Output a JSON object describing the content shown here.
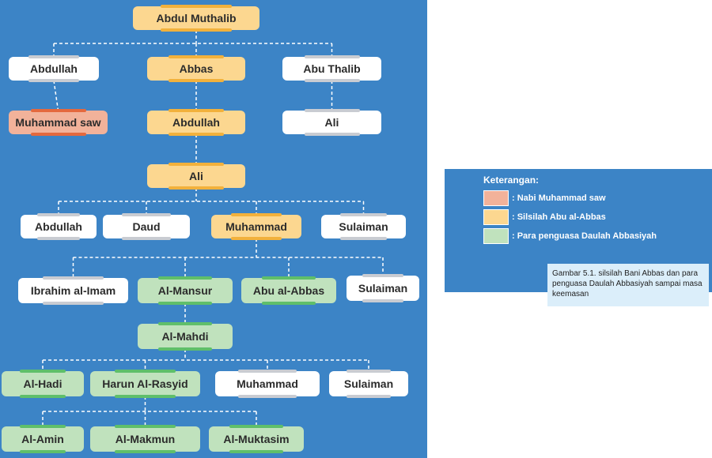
{
  "tree": {
    "nodes": [
      {
        "id": "abdul-muthalib",
        "label": "Abdul Muthalib",
        "group": "orange"
      },
      {
        "id": "abdullah-1",
        "label": "Abdullah",
        "group": "white"
      },
      {
        "id": "abbas",
        "label": "Abbas",
        "group": "orange"
      },
      {
        "id": "abu-thalib",
        "label": "Abu  Thalib",
        "group": "white"
      },
      {
        "id": "muhammad-saw",
        "label": "Muhammad saw",
        "group": "pink"
      },
      {
        "id": "abdullah-2",
        "label": "Abdullah",
        "group": "orange"
      },
      {
        "id": "ali-1",
        "label": "Ali",
        "group": "white"
      },
      {
        "id": "ali-2",
        "label": "Ali",
        "group": "orange"
      },
      {
        "id": "abdullah-3",
        "label": "Abdullah",
        "group": "white"
      },
      {
        "id": "daud",
        "label": "Daud",
        "group": "white"
      },
      {
        "id": "muhammad-1",
        "label": "Muhammad",
        "group": "orange"
      },
      {
        "id": "sulaiman-1",
        "label": "Sulaiman",
        "group": "white"
      },
      {
        "id": "ibrahim",
        "label": "Ibrahim al-Imam",
        "group": "white"
      },
      {
        "id": "al-mansur",
        "label": "Al-Mansur",
        "group": "green"
      },
      {
        "id": "abu-al-abbas",
        "label": "Abu al-Abbas",
        "group": "green"
      },
      {
        "id": "sulaiman-2",
        "label": "Sulaiman",
        "group": "white"
      },
      {
        "id": "al-mahdi",
        "label": "Al-Mahdi",
        "group": "green"
      },
      {
        "id": "al-hadi",
        "label": "Al-Hadi",
        "group": "green"
      },
      {
        "id": "harun",
        "label": "Harun Al-Rasyid",
        "group": "green"
      },
      {
        "id": "muhammad-2",
        "label": "Muhammad",
        "group": "white"
      },
      {
        "id": "sulaiman-3",
        "label": "Sulaiman",
        "group": "white"
      },
      {
        "id": "al-amin",
        "label": "Al-Amin",
        "group": "green"
      },
      {
        "id": "al-makmun",
        "label": "Al-Makmun",
        "group": "green"
      },
      {
        "id": "al-muktasim",
        "label": "Al-Muktasim",
        "group": "green"
      }
    ],
    "edges": [
      [
        "abdul-muthalib",
        "abdullah-1"
      ],
      [
        "abdul-muthalib",
        "abbas"
      ],
      [
        "abdul-muthalib",
        "abu-thalib"
      ],
      [
        "abdullah-1",
        "muhammad-saw"
      ],
      [
        "abbas",
        "abdullah-2"
      ],
      [
        "abu-thalib",
        "ali-1"
      ],
      [
        "abdullah-2",
        "ali-2"
      ],
      [
        "ali-2",
        "abdullah-3"
      ],
      [
        "ali-2",
        "daud"
      ],
      [
        "ali-2",
        "muhammad-1"
      ],
      [
        "ali-2",
        "sulaiman-1"
      ],
      [
        "muhammad-1",
        "ibrahim"
      ],
      [
        "muhammad-1",
        "al-mansur"
      ],
      [
        "muhammad-1",
        "abu-al-abbas"
      ],
      [
        "muhammad-1",
        "sulaiman-2"
      ],
      [
        "al-mansur",
        "al-mahdi"
      ],
      [
        "al-mahdi",
        "al-hadi"
      ],
      [
        "al-mahdi",
        "harun"
      ],
      [
        "al-mahdi",
        "muhammad-2"
      ],
      [
        "al-mahdi",
        "sulaiman-3"
      ],
      [
        "harun",
        "al-amin"
      ],
      [
        "harun",
        "al-makmun"
      ],
      [
        "harun",
        "al-muktasim"
      ]
    ]
  },
  "legend": {
    "title": "Keterangan:",
    "items": [
      {
        "label": ": Nabi Muhammad saw",
        "color": "#f2b29a"
      },
      {
        "label": ": Silsilah Abu al-Abbas",
        "color": "#fcd790"
      },
      {
        "label": ": Para penguasa Daulah Abbasiyah",
        "color": "#c0e2bd"
      }
    ]
  },
  "caption": "Gambar 5.1. silsilah Bani Abbas dan para penguasa Daulah Abbasiyah sampai masa keemasan",
  "colors": {
    "background": "#3c84c6",
    "orange": "#fcd790",
    "pink": "#f2b29a",
    "green": "#c0e2bd",
    "white": "#ffffff"
  }
}
